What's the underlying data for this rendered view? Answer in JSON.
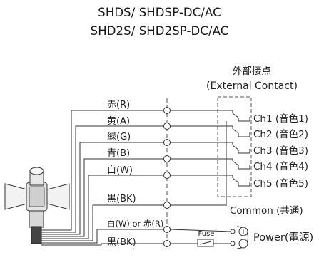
{
  "titles": [
    "SHDS/ SHDSP-DC/AC",
    "SHD2S/ SHD2SP-DC/AC"
  ],
  "external_contact": {
    "label_jp": "外部接点",
    "label_en": "(External Contact)"
  },
  "wires": [
    {
      "label": "赤(R)"
    },
    {
      "label": "黄(A)"
    },
    {
      "label": "緑(G)"
    },
    {
      "label": "青(B)"
    },
    {
      "label": "白(W)"
    },
    {
      "label": "黒(BK)"
    },
    {
      "label": "白(W) or 赤(R)"
    },
    {
      "label": "黒(BK)"
    }
  ],
  "channels": [
    "Ch1 (音色1)",
    "Ch2 (音色2)",
    "Ch3 (音色3)",
    "Ch4 (音色4)",
    "Ch5 (音色5)"
  ],
  "common_label": "Common (共通)",
  "fuse_label": "Fuse",
  "power_label": "Power(電源)",
  "power_plus": "+",
  "power_minus": "−"
}
